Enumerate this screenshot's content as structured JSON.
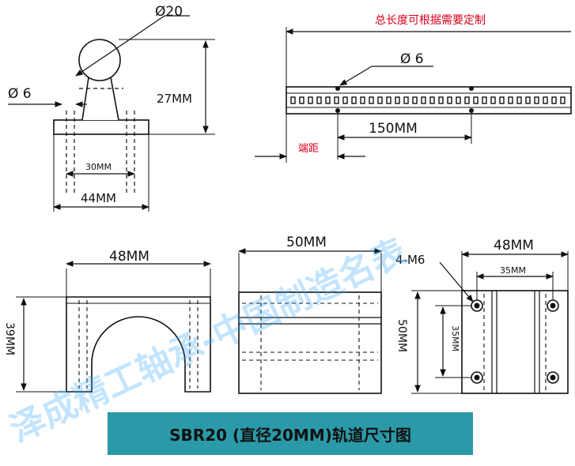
{
  "top_left": {
    "shaft_diameter": "Ø20",
    "hole_diameter": "Ø 6",
    "height": "27MM",
    "hole_spacing": "30MM",
    "base_width": "44MM"
  },
  "top_right": {
    "note": "总长度可根据需要定制",
    "hole_diameter": "Ø 6",
    "hole_pitch": "150MM",
    "end_distance": "端距"
  },
  "bottom_front": {
    "width": "48MM",
    "height": "39MM"
  },
  "bottom_side": {
    "length": "50MM"
  },
  "bottom_top": {
    "width": "48MM",
    "holes": "4-M6",
    "hole_spacing_x": "35MM",
    "hole_spacing_y": "35MM",
    "length": "50MM"
  },
  "caption": "SBR20 (直径20MM)轨道尺寸图",
  "watermark": "泽成精工轴承-中国制造名表",
  "colors": {
    "accent_red": "#d9001b",
    "caption_bg": "#2b9aa8",
    "watermark": "#3aa8ff"
  }
}
